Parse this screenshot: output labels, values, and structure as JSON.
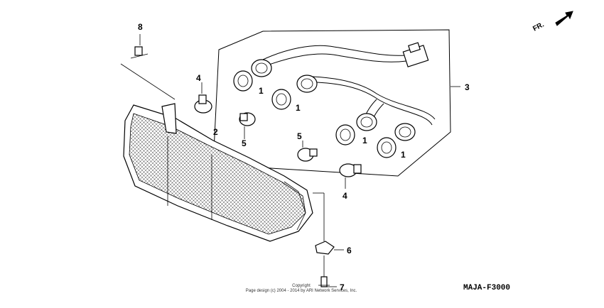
{
  "diagram": {
    "direction_label": "FR.",
    "diagram_code": "MAJA-F3000",
    "copyright_line1": "Copyright",
    "copyright_line2": "Page design (c) 2004 - 2014 by ARI Network Services, Inc."
  },
  "callouts": {
    "c1a": "1",
    "c1b": "1",
    "c1c": "1",
    "c1d": "1",
    "c2": "2",
    "c3": "3",
    "c4a": "4",
    "c4b": "4",
    "c5a": "5",
    "c5b": "5",
    "c6": "6",
    "c7": "7",
    "c8": "8"
  }
}
